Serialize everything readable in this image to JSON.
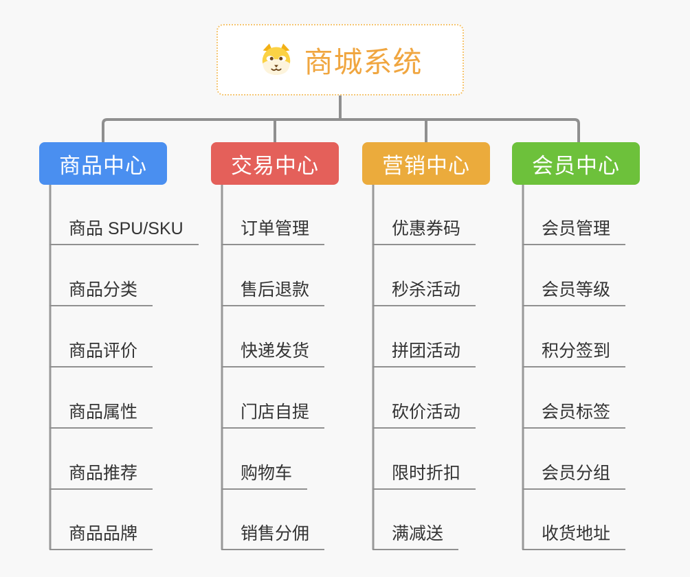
{
  "root": {
    "title": "商城系统",
    "icon": "dog-face-icon"
  },
  "branches": [
    {
      "label": "商品中心",
      "color": "#4A8FF0",
      "items": [
        "商品 SPU/SKU",
        "商品分类",
        "商品评价",
        "商品属性",
        "商品推荐",
        "商品品牌"
      ]
    },
    {
      "label": "交易中心",
      "color": "#E4605A",
      "items": [
        "订单管理",
        "售后退款",
        "快递发货",
        "门店自提",
        "购物车",
        "销售分佣"
      ]
    },
    {
      "label": "营销中心",
      "color": "#EBAB3C",
      "items": [
        "优惠券码",
        "秒杀活动",
        "拼团活动",
        "砍价活动",
        "限时折扣",
        "满减送"
      ]
    },
    {
      "label": "会员中心",
      "color": "#6DC13B",
      "items": [
        "会员管理",
        "会员等级",
        "积分签到",
        "会员标签",
        "会员分组",
        "收货地址"
      ]
    }
  ],
  "colors": {
    "background": "#F8F8F8",
    "connector": "#8F8F8F",
    "underline": "#909090",
    "root_text": "#F0A640",
    "root_border": "#F5C571",
    "item_text": "#333333"
  }
}
